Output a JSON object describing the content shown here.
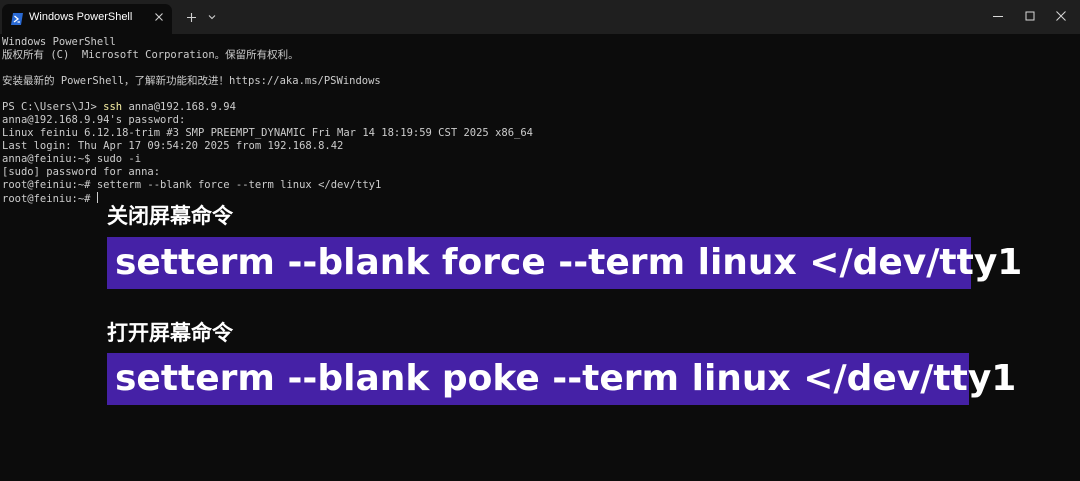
{
  "titlebar": {
    "tab_title": "Windows PowerShell",
    "icons": {
      "app": "powershell-icon",
      "close_tab": "close-icon",
      "new_tab": "plus-icon",
      "dropdown": "chevron-down-icon",
      "minimize": "minimize-icon",
      "maximize": "maximize-icon",
      "close_window": "close-icon"
    }
  },
  "terminal": {
    "lines": [
      {
        "text": "Windows PowerShell"
      },
      {
        "text": "版权所有 (C)  Microsoft Corporation。保留所有权利。"
      },
      {
        "text": ""
      },
      {
        "text": "安装最新的 PowerShell，了解新功能和改进！https://aka.ms/PSWindows"
      },
      {
        "text": ""
      },
      {
        "prompt": "PS C:\\Users\\JJ> ",
        "command": "ssh",
        "text": " anna@192.168.9.94"
      },
      {
        "text": "anna@192.168.9.94's password:"
      },
      {
        "text": "Linux feiniu 6.12.18-trim #3 SMP PREEMPT_DYNAMIC Fri Mar 14 18:19:59 CST 2025 x86_64"
      },
      {
        "text": "Last login: Thu Apr 17 09:54:20 2025 from 192.168.8.42"
      },
      {
        "text": "anna@feiniu:~$ sudo -i"
      },
      {
        "text": "[sudo] password for anna:"
      },
      {
        "text": "root@feiniu:~# setterm --blank force --term linux </dev/tty1"
      },
      {
        "text": "root@feiniu:~# "
      }
    ]
  },
  "overlay": {
    "off_label": "关闭屏幕命令",
    "off_command": "setterm --blank force --term linux </dev/tty1",
    "on_label": "打开屏幕命令",
    "on_command": "setterm --blank poke --term linux </dev/tty1"
  },
  "colors": {
    "terminal_bg": "#0c0c0c",
    "titlebar_bg": "#1f1f1f",
    "text": "#cccccc",
    "command_highlight": "#f9f1a5",
    "caption_bg": "#4521a6"
  }
}
